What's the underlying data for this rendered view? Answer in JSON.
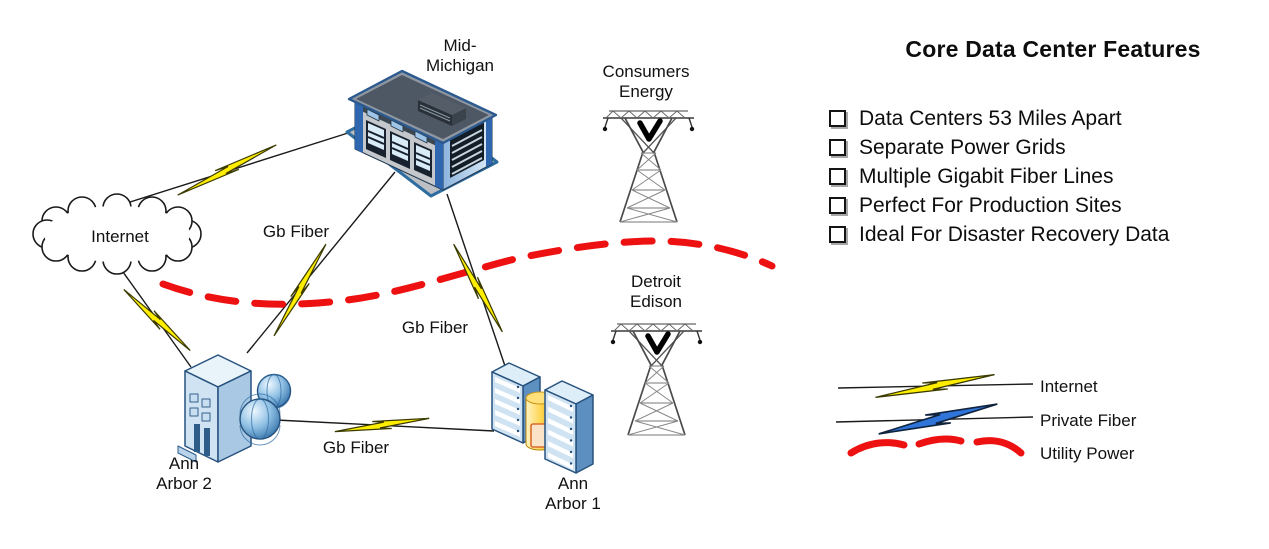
{
  "diagram": {
    "nodes": {
      "internet": {
        "label": "Internet",
        "icon": "cloud-icon"
      },
      "mid_michigan": {
        "line1": "Mid-",
        "line2": "Michigan",
        "icon": "datacenter-building-icon"
      },
      "consumers_energy": {
        "line1": "Consumers",
        "line2": "Energy",
        "icon": "transmission-tower-icon"
      },
      "detroit_edison": {
        "line1": "Detroit",
        "line2": "Edison",
        "icon": "transmission-tower-icon"
      },
      "ann_arbor_2": {
        "line1": "Ann",
        "line2": "Arbor 2",
        "icon": "web-server-building-icon"
      },
      "ann_arbor_1": {
        "line1": "Ann",
        "line2": "Arbor 1",
        "icon": "server-racks-icon"
      }
    },
    "link_labels": [
      "Gb Fiber",
      "Gb Fiber",
      "Gb Fiber"
    ]
  },
  "features": {
    "title": "Core Data Center Features",
    "items": [
      "Data Centers 53 Miles Apart",
      "Separate Power Grids",
      "Multiple Gigabit Fiber Lines",
      "Perfect For Production Sites",
      "Ideal For Disaster Recovery Data"
    ]
  },
  "legend": {
    "items": [
      {
        "label": "Internet",
        "symbol": "yellow-lightning-line"
      },
      {
        "label": "Private Fiber",
        "symbol": "blue-lightning-line"
      },
      {
        "label": "Utility Power",
        "symbol": "red-dashed-line"
      }
    ]
  },
  "colors": {
    "internet_bolt": "#ffee00",
    "private_fiber_bolt": "#2e74d9",
    "utility_power": "#ee1111",
    "line": "#1a1a1a"
  }
}
